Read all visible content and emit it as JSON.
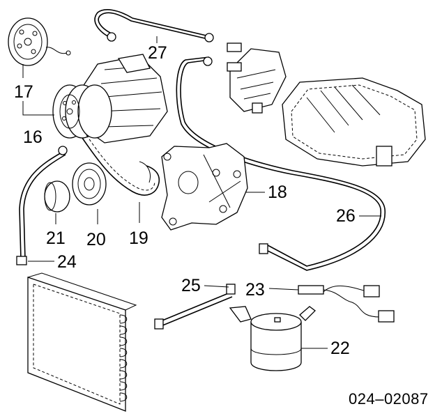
{
  "diagram": {
    "reference": "024–02087",
    "callouts": {
      "c16": "16",
      "c17": "17",
      "c18": "18",
      "c19": "19",
      "c20": "20",
      "c21": "21",
      "c22": "22",
      "c23": "23",
      "c24": "24",
      "c25": "25",
      "c26": "26",
      "c27": "27"
    }
  }
}
